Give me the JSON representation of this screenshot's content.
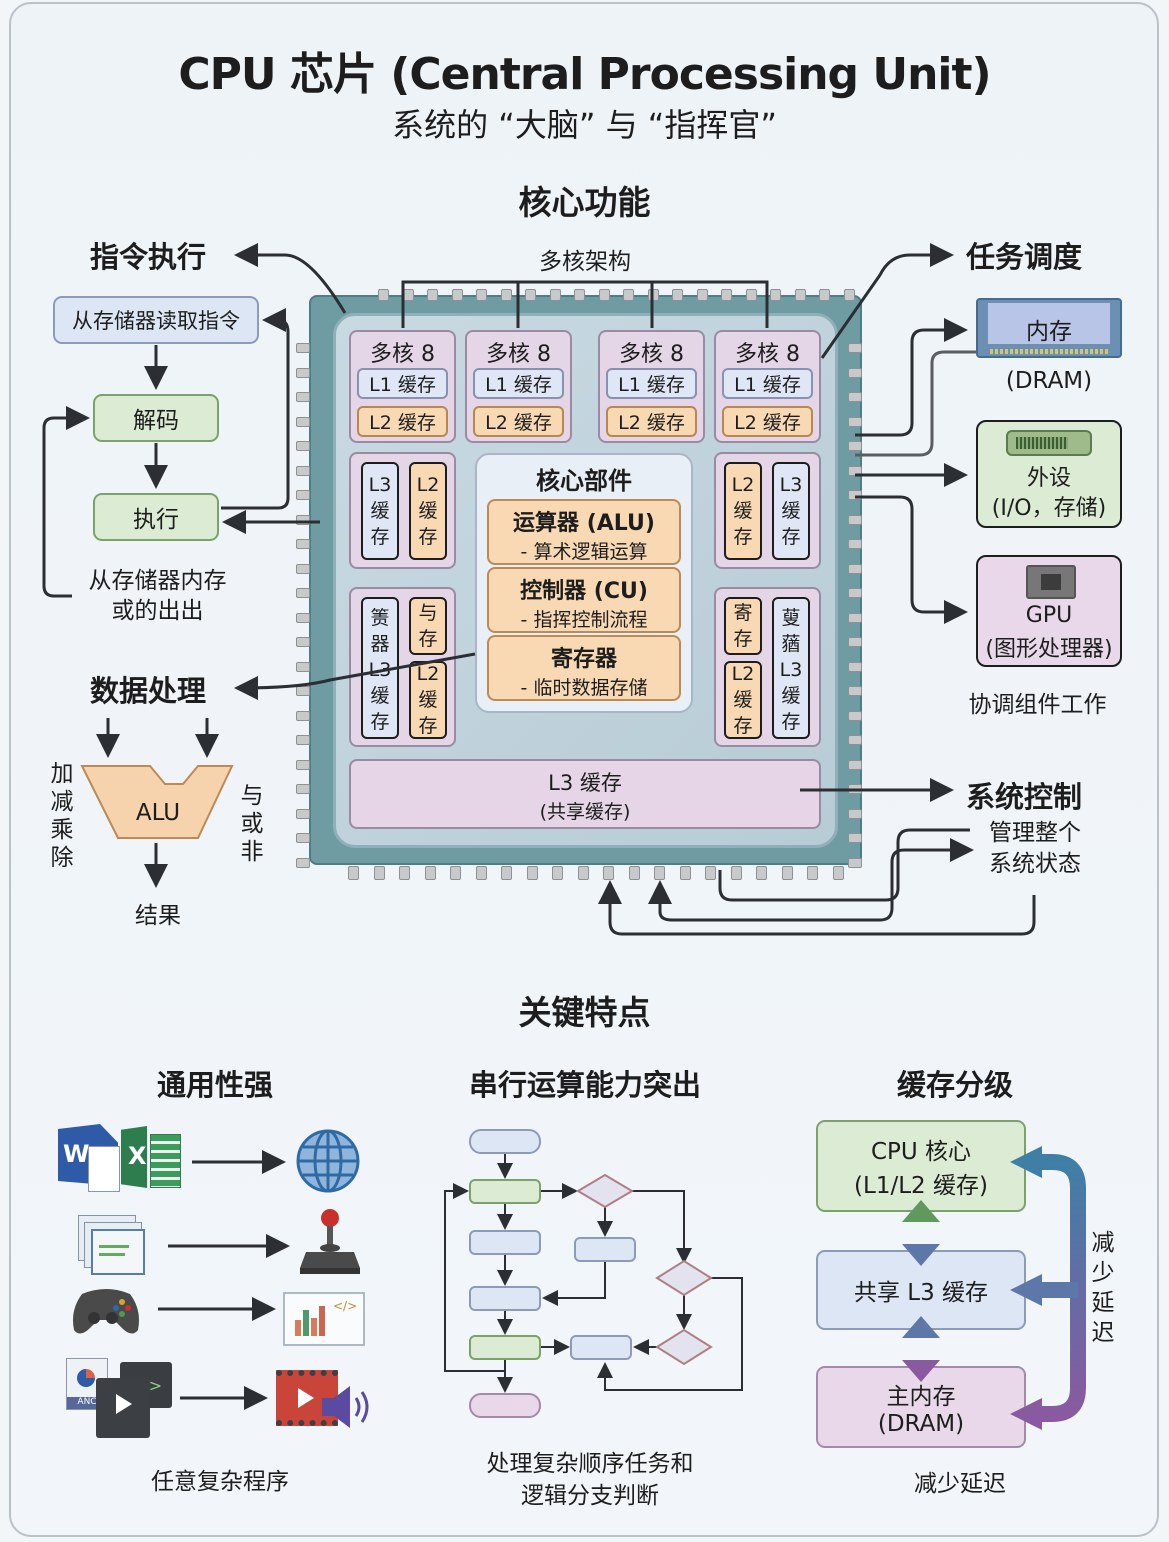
{
  "header": {
    "title": "CPU 芯片 (Central Processing Unit)",
    "subtitle": "系统的 “大脑” 与 “指挥官”",
    "section_core_functions": "核心功能"
  },
  "instruction_exec": {
    "title": "指令执行",
    "steps": [
      "从存储器读取指令",
      "解码",
      "执行"
    ],
    "note_line1": "从存储器内存",
    "note_line2": "或的出出"
  },
  "data_processing": {
    "title": "数据处理",
    "alu_label": "ALU",
    "left_ops": [
      "加",
      "减",
      "乘",
      "除"
    ],
    "right_ops": [
      "与",
      "或",
      "非"
    ],
    "result": "结果"
  },
  "chip": {
    "multicore_label": "多核架构",
    "cores": [
      {
        "label": "多核 8",
        "l1": "L1 缓存",
        "l2": "L2 缓存"
      },
      {
        "label": "多核 8",
        "l1": "L1 缓存",
        "l2": "L2 缓存"
      },
      {
        "label": "多核 8",
        "l1": "L1 缓存",
        "l2": "L2 缓存"
      },
      {
        "label": "多核 8",
        "l1": "L1 缓存",
        "l2": "L2 缓存"
      }
    ],
    "side_upper_left": [
      [
        "L3",
        "缓",
        "存"
      ],
      [
        "L2",
        "缓",
        "存"
      ]
    ],
    "side_upper_right": [
      [
        "L2",
        "缓",
        "存"
      ],
      [
        "L3",
        "缓",
        "存"
      ]
    ],
    "side_lower_left": {
      "top": [
        [
          "箦",
          "器"
        ],
        [
          "与",
          "存"
        ]
      ],
      "bottom": [
        [
          "L3",
          "缓",
          "存"
        ],
        [
          "L2",
          "缓",
          "存"
        ]
      ]
    },
    "side_lower_right": {
      "top": [
        [
          "寄",
          "存"
        ],
        [
          "蓃",
          "蕕"
        ]
      ],
      "bottom": [
        [
          "L2",
          "缓",
          "存"
        ],
        [
          "L3",
          "缓",
          "存"
        ]
      ]
    },
    "core_components": {
      "title": "核心部件",
      "items": [
        {
          "name": "运算器 (ALU)",
          "desc": "- 算术逻辑运算"
        },
        {
          "name": "控制器 (CU)",
          "desc": "- 指挥控制流程"
        },
        {
          "name": "寄存器",
          "desc": "- 临时数据存储"
        }
      ]
    },
    "shared_l3": {
      "line1": "L3 缓存",
      "line2": "(共享缓存)"
    }
  },
  "task_scheduling": {
    "title": "任务调度",
    "devices": [
      {
        "name": "内存",
        "sub": "(DRAM)"
      },
      {
        "name": "外设",
        "sub": "(I/O，存储)"
      },
      {
        "name": "GPU",
        "sub": "(图形处理器)"
      }
    ],
    "note": "协调组件工作"
  },
  "system_control": {
    "title": "系统控制",
    "note_line1": "管理整个",
    "note_line2": "系统状态"
  },
  "key_features": {
    "title": "关键特点",
    "general": {
      "title": "通用性强",
      "caption": "任意复杂程序",
      "rows": [
        {
          "from": [
            "word-doc-icon",
            "excel-sheet-icon"
          ],
          "to": "globe-icon"
        },
        {
          "from": [
            "browser-windows-icon"
          ],
          "to": "joystick-icon"
        },
        {
          "from": [
            "gamepad-icon"
          ],
          "to": "data-chart-code-icon"
        },
        {
          "from": [
            "presentation-icon",
            "code-editor-icon",
            "video-player-icon"
          ],
          "to": "media-audio-icon"
        }
      ],
      "presentation_badge": "ANC"
    },
    "serial": {
      "title": "串行运算能力突出",
      "caption_line1": "处理复杂顺序任务和",
      "caption_line2": "逻辑分支判断"
    },
    "cache": {
      "title": "缓存分级",
      "levels": [
        {
          "line1": "CPU 核心",
          "line2": "(L1/L2 缓存)"
        },
        {
          "line1": "共享 L3 缓存",
          "line2": ""
        },
        {
          "line1": "主内存",
          "line2": "(DRAM)"
        }
      ],
      "side_label": [
        "减",
        "少",
        "延",
        "迟"
      ],
      "caption": "减少延迟"
    }
  },
  "colors": {
    "chip_body": "#6f9ca3",
    "cache_l1": "#dfe6f5",
    "cache_l2": "#f8d9b3",
    "core_bg": "#e4d6e7",
    "green_box": "#dcebd3",
    "blue_box": "#dde6f5",
    "purple_box": "#e8d8ea",
    "arrow": "#2b2e33"
  }
}
